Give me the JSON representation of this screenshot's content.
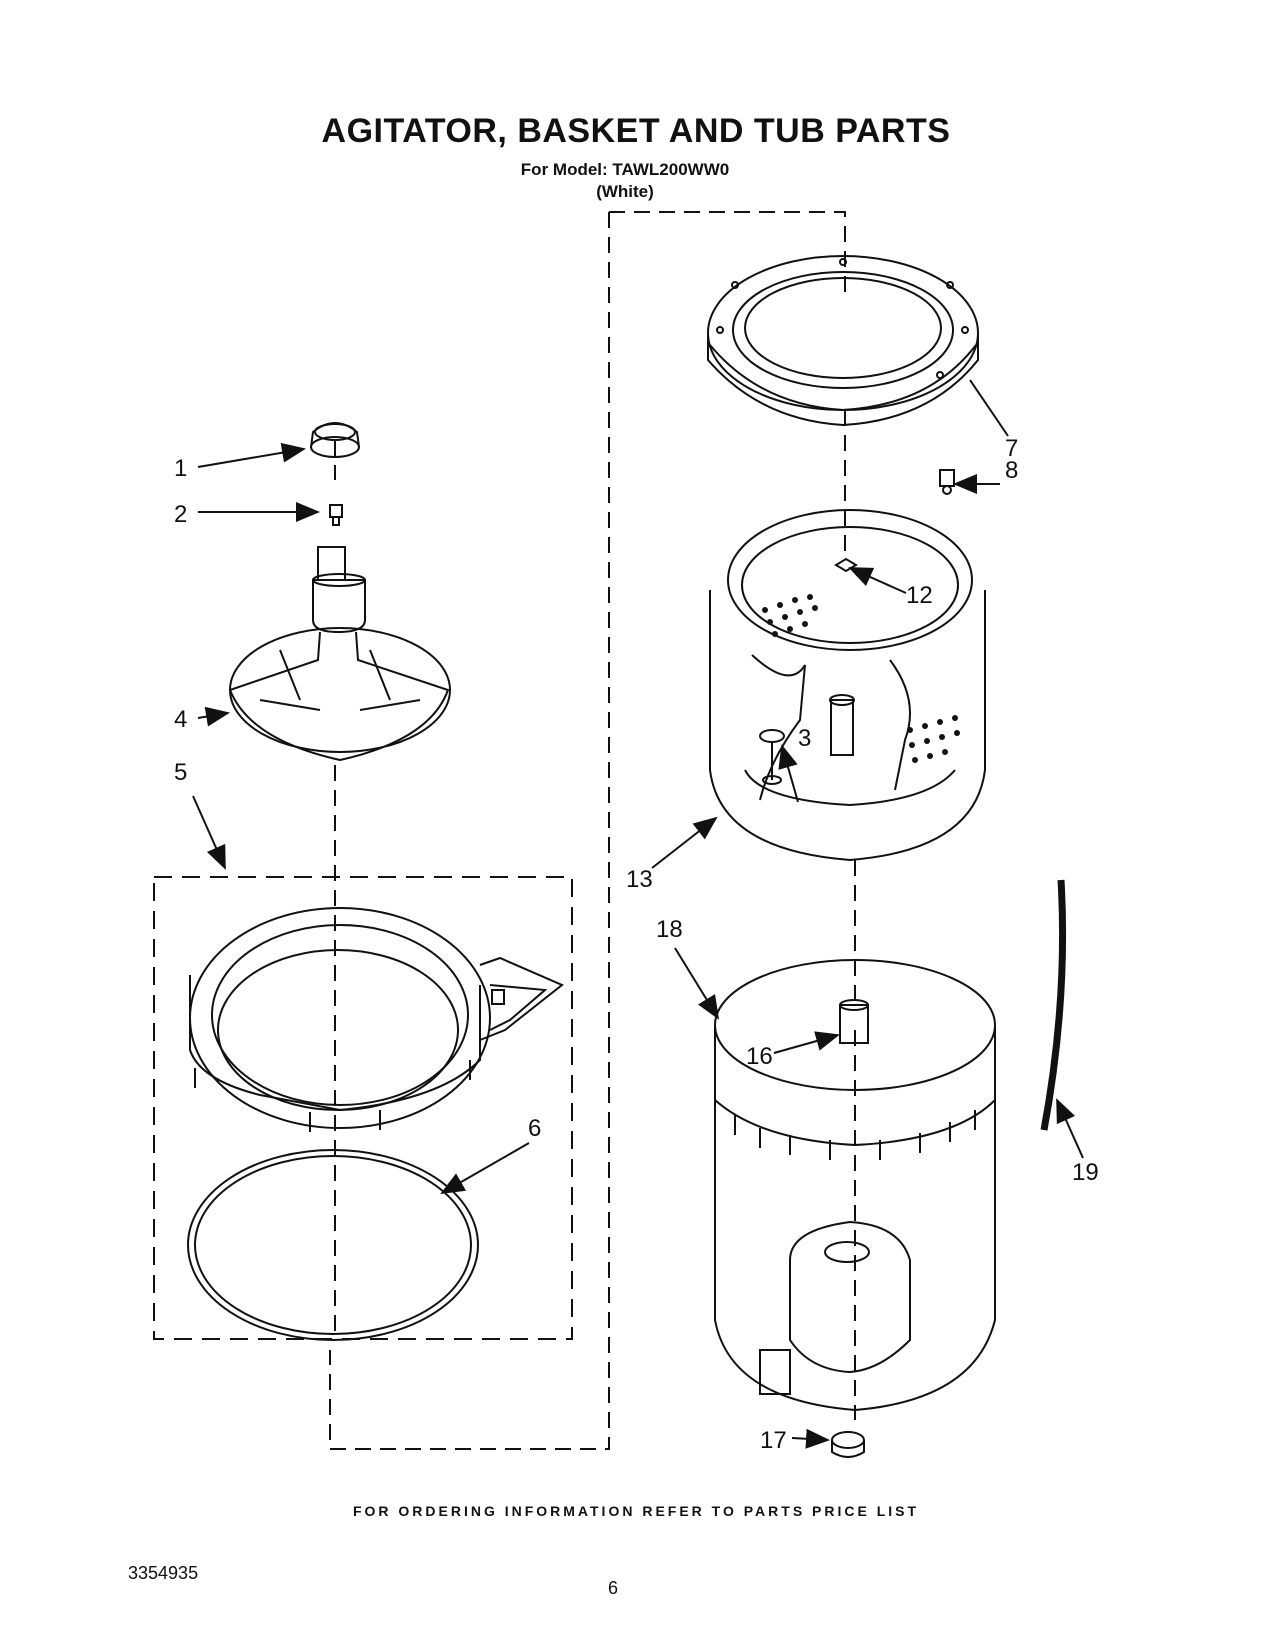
{
  "title": "AGITATOR, BASKET AND TUB PARTS",
  "model_line": "For Model: TAWL200WW0",
  "color_line": "(White)",
  "footer_note": "FOR ORDERING INFORMATION REFER TO PARTS PRICE LIST",
  "doc_number": "3354935",
  "page_number": "6",
  "part_labels": {
    "p1": "1",
    "p2": "2",
    "p3": "3",
    "p4": "4",
    "p5": "5",
    "p6": "6",
    "p7": "7",
    "p8": "8",
    "p12": "12",
    "p13": "13",
    "p16": "16",
    "p17": "17",
    "p18": "18",
    "p19": "19"
  }
}
